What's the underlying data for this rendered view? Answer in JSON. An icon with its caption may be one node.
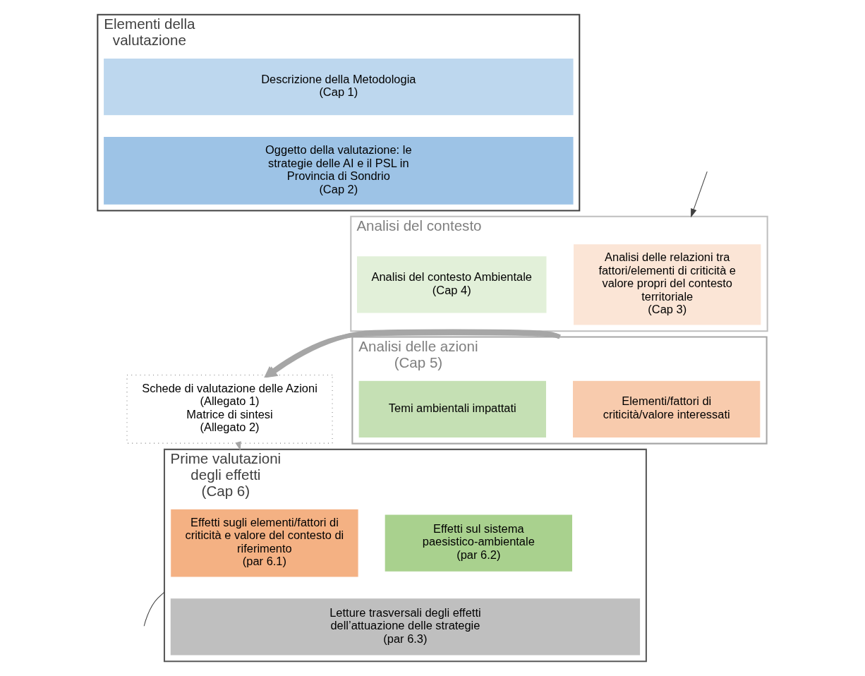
{
  "diagram": {
    "nodes": [
      {
        "text": [
          "Elementi della valutazione"
        ]
      },
      {
        "text": [
          "Descrizione della Metodologia",
          "(Cap 1)"
        ],
        "in": 0
      },
      {
        "text": [
          "Oggetto della valutazione: le strategie delle AI e il PSL in Provincia di Sondrio",
          "(Cap 2)"
        ],
        "in": 0
      },
      {
        "text": [
          "Analisi del contesto"
        ]
      },
      {
        "text": [
          "Analisi delle relazioni tra fattori/elementi di criticità e valore propri del contesto territoriale",
          "(Cap 3)"
        ],
        "in": 3
      },
      {
        "text": [
          "Analisi del contesto Ambientale",
          "(Cap 4)"
        ],
        "in": 3
      },
      {
        "text": [
          "Analisi delle azioni",
          "(Cap 5)"
        ]
      },
      {
        "text": [
          "Elementi/fattori di criticità/valore interessati"
        ],
        "in": 6
      },
      {
        "text": [
          "Temi ambientali impattati"
        ],
        "in": 6
      },
      {
        "text": [
          "Schede di valutazione delle Azioni",
          "(Allegato 1)",
          "Matrice di sintesi",
          "(Allegato 2)"
        ]
      },
      {
        "text": [
          "Prime valutazioni degli effetti",
          "(Cap 6)"
        ]
      },
      {
        "text": [
          "Effetti sugli elementi/fattori di criticità e valore del contesto di riferimento",
          "(par 6.1)"
        ],
        "in": 10
      },
      {
        "text": [
          "Effetti sul sistema paesistico-ambientale",
          "(par 6.2)"
        ],
        "in": 10
      },
      {
        "text": [
          "Letture trasversali degli effetti dell’attuazione delle strategie",
          "(par 6.3)"
        ],
        "in": 10
      }
    ],
    "edges": [
      {
        "from": null,
        "to": 3,
        "arrow": "to",
        "color": "#404040"
      },
      {
        "from": 6,
        "to": 9,
        "arrow": "to",
        "style": "thick",
        "color": "#a6a6a6"
      },
      {
        "from": 6,
        "to": 9,
        "arrow": "to",
        "style": "thick",
        "color": "#a6a6a6"
      },
      {
        "from": 9,
        "to": 10,
        "arrow": "to",
        "style": "dashed",
        "color": "#a6a6a6"
      },
      {
        "from": 10,
        "to": null,
        "arrow": "none",
        "color": "#404040"
      }
    ]
  }
}
